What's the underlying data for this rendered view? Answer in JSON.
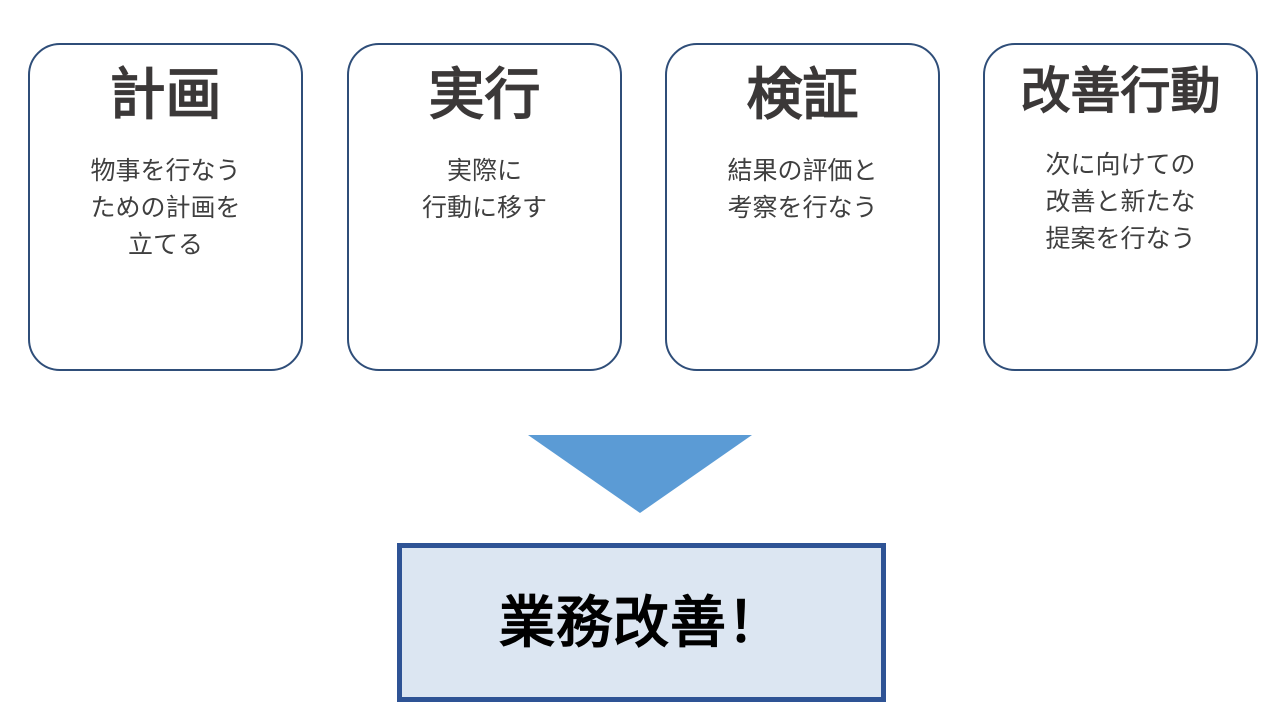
{
  "diagram": {
    "type": "pdca-cycle-flow",
    "background_color": "#FFFFFF",
    "accent_colors": {
      "card_border": "#2F4E79",
      "card_title_text": "#3B3838",
      "card_body_text": "#3F3F3F",
      "arrow_fill": "#5B9BD5",
      "result_box_fill": "#DCE6F2",
      "result_box_border": "#2E5395",
      "result_text": "#000000"
    }
  },
  "cards": [
    {
      "title": "計画",
      "description": "物事を行なう\nための計画を\n立てる"
    },
    {
      "title": "実行",
      "description": "実際に\n行動に移す"
    },
    {
      "title": "検証",
      "description": "結果の評価と\n考察を行なう"
    },
    {
      "title": "改善行動",
      "description": "次に向けての\n改善と新たな\n提案を行なう"
    }
  ],
  "arrow": {
    "direction": "down",
    "shape": "solid-triangle",
    "fill": "#5B9BD5"
  },
  "result": {
    "label": "業務改善！"
  }
}
